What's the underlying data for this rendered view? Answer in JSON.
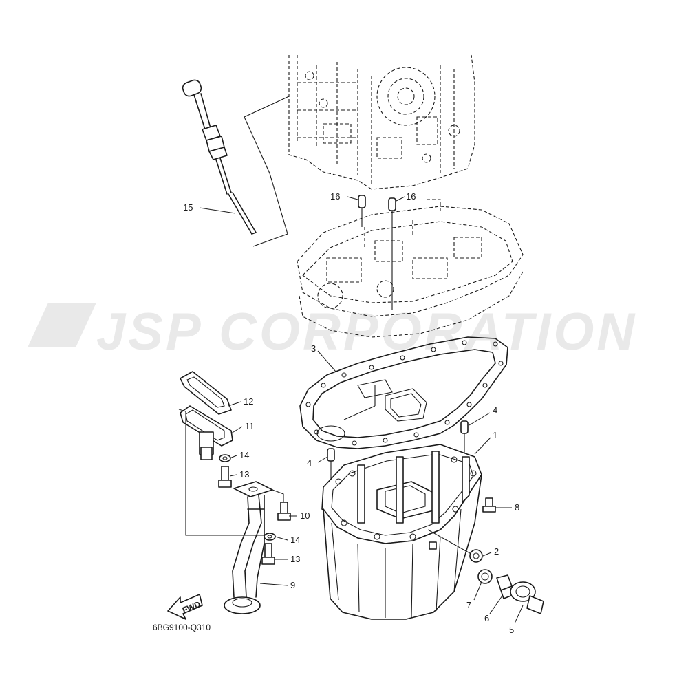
{
  "diagram": {
    "code": "6BG9100-Q310",
    "fwd_label": "FWD",
    "watermark": "JSP CORPORATION",
    "callouts": {
      "c1": "1",
      "c2": "2",
      "c3": "3",
      "c4a": "4",
      "c4b": "4",
      "c5": "5",
      "c6": "6",
      "c7": "7",
      "c8": "8",
      "c9": "9",
      "c10": "10",
      "c11": "11",
      "c12": "12",
      "c13a": "13",
      "c13b": "13",
      "c14a": "14",
      "c14b": "14",
      "c15": "15",
      "c16a": "16",
      "c16b": "16"
    }
  }
}
